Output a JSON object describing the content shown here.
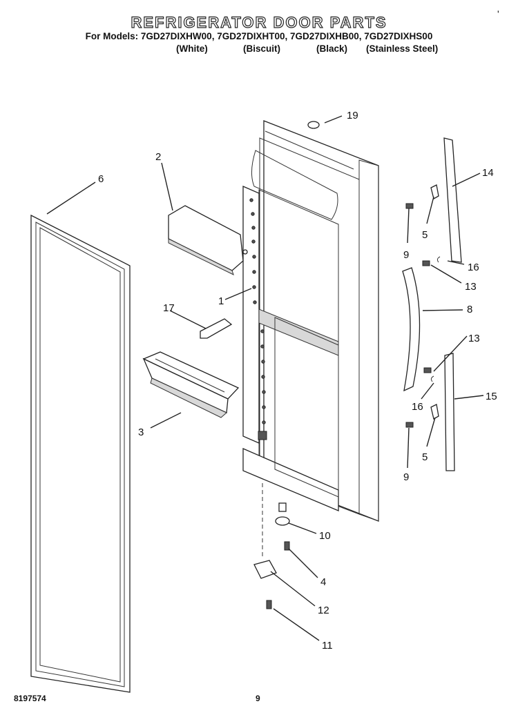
{
  "header": {
    "title": "REFRIGERATOR DOOR PARTS",
    "models_line": "For Models: 7GD27DIXHW00, 7GD27DIXHT00, 7GD27DIXHB00, 7GD27DIXHS00",
    "colors": [
      "(White)",
      "(Biscuit)",
      "(Black)",
      "(Stainless Steel)"
    ],
    "corner_mark": "'"
  },
  "footer": {
    "doc_number": "8197574",
    "page_number": "9"
  },
  "callouts": [
    "19",
    "2",
    "6",
    "14",
    "5",
    "9",
    "16",
    "13",
    "1",
    "8",
    "17",
    "13",
    "3",
    "16",
    "15",
    "5",
    "9",
    "10",
    "4",
    "12",
    "11"
  ]
}
